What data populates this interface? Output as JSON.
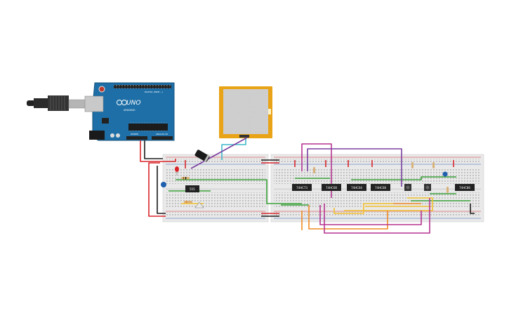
{
  "arduino": {
    "logo_text": "UNO",
    "brand_text": "ARDUINO",
    "header_digital": "DIGITAL (PWM ~)",
    "header_power": "POWER",
    "header_analog": "ANALOG IN",
    "color": "#1e6fa7"
  },
  "left_breadboard": {
    "timer_chip_label": "555"
  },
  "right_breadboard": {
    "chip_labels": [
      "74HC73",
      "74HC08",
      "74HC04",
      "74HC08",
      "74HC86"
    ]
  },
  "keypad": {
    "frame_color": "#e8a317"
  },
  "colors": {
    "wire_red": "#d8252a",
    "wire_black": "#1a1a1a",
    "wire_green": "#3aa13a",
    "wire_yellow": "#f2c12e",
    "wire_orange": "#f08a24",
    "wire_magenta": "#b5328f",
    "wire_purple": "#7b3fa0",
    "wire_cyan": "#3fb8c9"
  }
}
